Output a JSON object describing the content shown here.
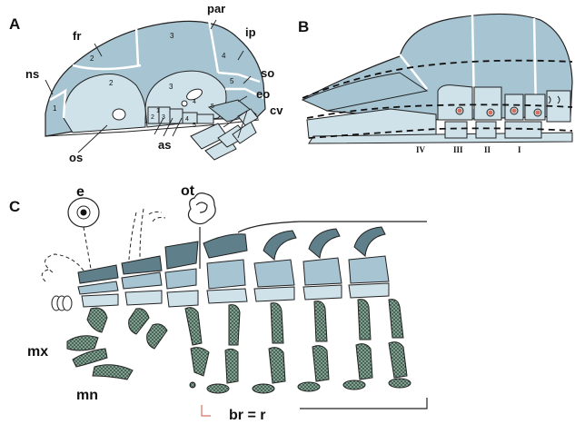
{
  "colors": {
    "skull_blue": "#a7c4d2",
    "pale_blue": "#cfe2ea",
    "arch_dark": "#3a5a4c",
    "dorsal_dark": "#5f7f8a",
    "outline": "#222222",
    "accent_red": "#d9705f"
  },
  "panels": {
    "A": {
      "letter": "A",
      "labels": {
        "ns": "ns",
        "fr": "fr",
        "par": "par",
        "ip": "ip",
        "so": "so",
        "eo": "eo",
        "cv": "cv",
        "os": "os",
        "as": "as"
      },
      "numbers": {
        "n_ns": "1",
        "n_fr": "2",
        "n_par": "3",
        "n_ip": "4",
        "n_so": "5",
        "n_os": "2",
        "n_mid": "3",
        "n_as1": "2",
        "n_as2": "1",
        "n_as3": "3",
        "n_as4": "4",
        "n_as5": "5",
        "n_eo": "5",
        "n_ip2": "4"
      }
    },
    "B": {
      "letter": "B",
      "roman": {
        "r4": "IV",
        "r3": "III",
        "r2": "II",
        "r1": "I"
      }
    },
    "C": {
      "letter": "C",
      "labels": {
        "e": "e",
        "ot": "ot",
        "mx": "mx",
        "mn": "mn",
        "br": "br = r"
      }
    }
  }
}
